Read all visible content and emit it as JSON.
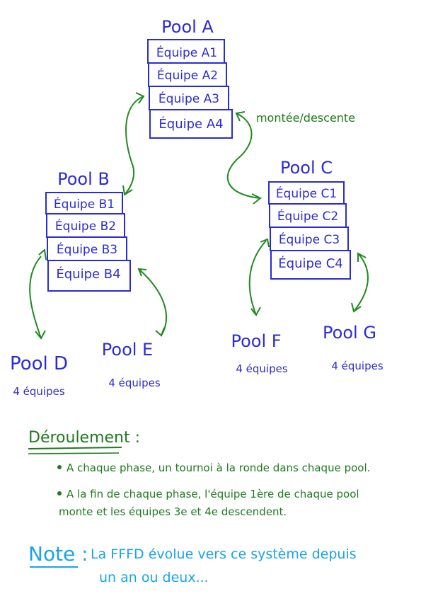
{
  "pools": {
    "a": {
      "title": "Pool A",
      "teams": [
        "Équipe A1",
        "Équipe A2",
        "Équipe A3",
        "Équipe A4"
      ]
    },
    "b": {
      "title": "Pool B",
      "teams": [
        "Équipe B1",
        "Équipe B2",
        "Équipe B3",
        "Équipe B4"
      ]
    },
    "c": {
      "title": "Pool C",
      "teams": [
        "Équipe C1",
        "Équipe C2",
        "Équipe C3",
        "Équipe C4"
      ]
    },
    "d": {
      "title": "Pool D",
      "subtitle": "4 équipes"
    },
    "e": {
      "title": "Pool E",
      "subtitle": "4 équipes"
    },
    "f": {
      "title": "Pool F",
      "subtitle": "4 équipes"
    },
    "g": {
      "title": "Pool G",
      "subtitle": "4 équipes"
    }
  },
  "connector_label": "montée/descente",
  "deroulement": {
    "heading": "Déroulement :",
    "bullet1": "A chaque phase, un tournoi à la ronde dans chaque pool.",
    "bullet2_line1": "A la fin de chaque phase, l'équipe 1ère de chaque pool",
    "bullet2_line2": "monte et les équipes 3e et 4e descendent."
  },
  "note": {
    "label": "Note :",
    "line1": "La FFFD évolue vers ce système depuis",
    "line2": "un an ou deux..."
  },
  "colors": {
    "pool": "#2b2bd6",
    "arrows": "#1f8a1f",
    "note": "#1aa3e8"
  }
}
